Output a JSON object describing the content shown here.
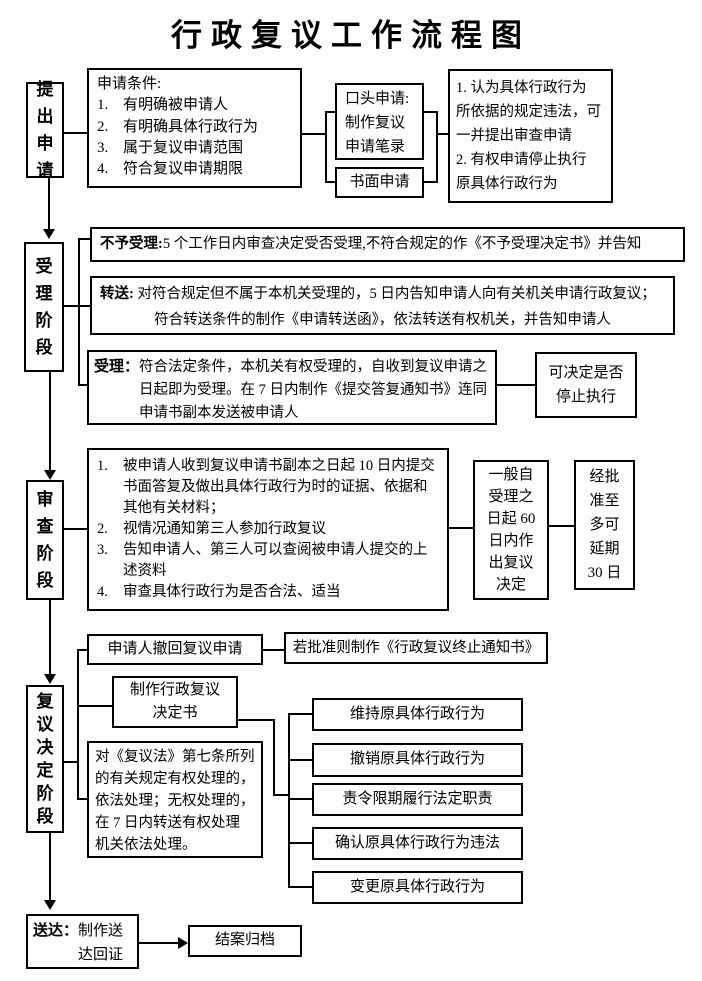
{
  "title": "行政复议工作流程图",
  "stage1": {
    "label": "提\n出\n申\n请",
    "conditions_title": "申请条件:",
    "conditions": [
      {
        "n": "1.",
        "t": "有明确被申请人"
      },
      {
        "n": "2.",
        "t": "有明确具体行政行为"
      },
      {
        "n": "3.",
        "t": "属于复议申请范围"
      },
      {
        "n": "4.",
        "t": "符合复议申请期限"
      }
    ],
    "oral": "口头申请:\n制作复议\n申请笔录",
    "written": "书面申请",
    "rights": "1. 认为具体行政行为\n所依据的规定违法，可\n一并提出审查申请\n2. 有权申请停止执行\n原具体行政行为"
  },
  "stage2": {
    "label": "受\n理\n阶\n段",
    "reject_label": "不予受理:",
    "reject_text": "5 个工作日内审查决定受否受理,不符合规定的作《不予受理决定书》并告知",
    "transfer_label": "转送:",
    "transfer_line1": "对符合规定但不属于本机关受理的，5 日内告知申请人向有关机关申请行政复议；",
    "transfer_line2": "符合转送条件的制作《申请转送函》，依法转送有权机关，并告知申请人",
    "accept_label": "受理：",
    "accept_text": "符合法定条件，本机关有权受理的，自收到复议申请之\n日起即为受理。在 7 日内制作《提交答复通知书》连同\n申请书副本发送被申请人",
    "stop_box": "可决定是否\n停止执行"
  },
  "stage3": {
    "label": "审\n查\n阶\n段",
    "items": [
      {
        "n": "1.",
        "t": "被申请人收到复议申请书副本之日起 10 日内提交书面答复及做出具体行政行为时的证据、依据和其他有关材料；"
      },
      {
        "n": "2.",
        "t": "视情况通知第三人参加行政复议"
      },
      {
        "n": "3.",
        "t": "告知申请人、第三人可以查阅被申请人提交的上述资料"
      },
      {
        "n": "4.",
        "t": "审查具体行政行为是否合法、适当"
      }
    ],
    "deadline": "一般自\n受理之\n日起 60\n日内作\n出复议\n决定",
    "extension": "经批\n准至\n多可\n延期\n30 日"
  },
  "stage4": {
    "label": "复\n议\n决\n定\n阶\n段",
    "withdraw": "申请人撤回复议申请",
    "terminate": "若批准则制作《行政复议终止通知书》",
    "decision": "制作行政复议\n决定书",
    "handle": "对《复议法》第七条所列\n的有关规定有权处理的，\n依法处理；无权处理的，\n在 7 日内转送有权处理\n机关依法处理。",
    "outcomes": [
      "维持原具体行政行为",
      "撤销原具体行政行为",
      "责令限期履行法定职责",
      "确认原具体行政行为违法",
      "变更原具体行政行为"
    ]
  },
  "stage5": {
    "deliver_label": "送达：",
    "deliver_text": "制作送达回证",
    "archive": "结案归档"
  }
}
